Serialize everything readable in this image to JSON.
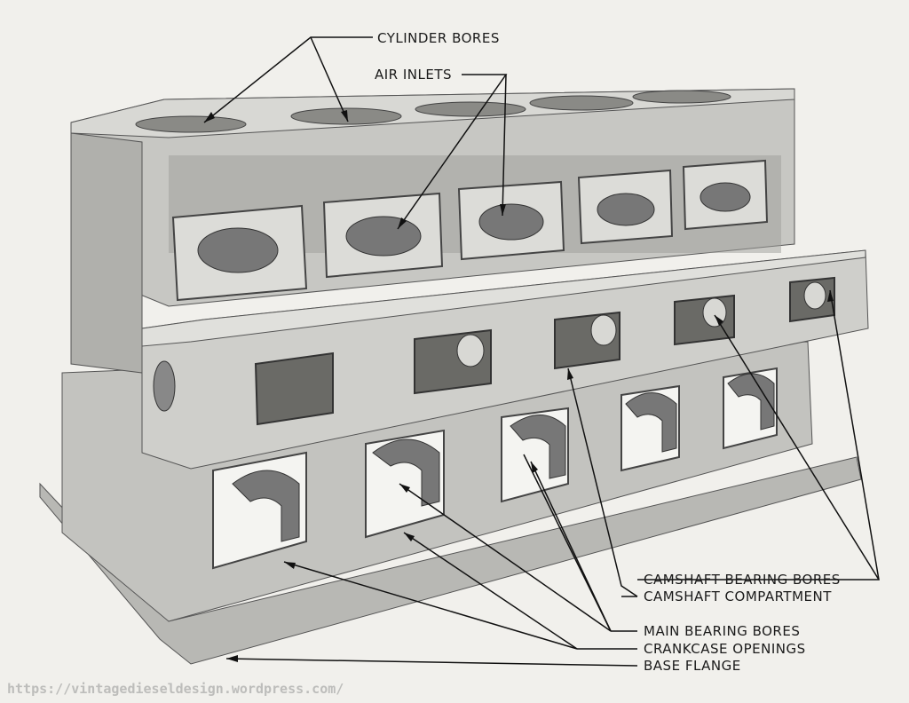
{
  "labels": {
    "cylinder_bores": "CYLINDER BORES",
    "air_inlets": "AIR INLETS",
    "camshaft_bearing_bores": "CAMSHAFT BEARING BORES",
    "camshaft_compartment": "CAMSHAFT COMPARTMENT",
    "main_bearing_bores": "MAIN BEARING BORES",
    "crankcase_openings": "CRANKCASE OPENINGS",
    "base_flange": "BASE FLANGE"
  },
  "watermark": "https://vintagedieseldesign.wordpress.com/",
  "colors": {
    "background": "#f1f0ec",
    "metal_light": "#c9c9c6",
    "metal_mid": "#a8a8a4",
    "metal_dark": "#5c5c5a",
    "text": "#1a1a1a"
  }
}
